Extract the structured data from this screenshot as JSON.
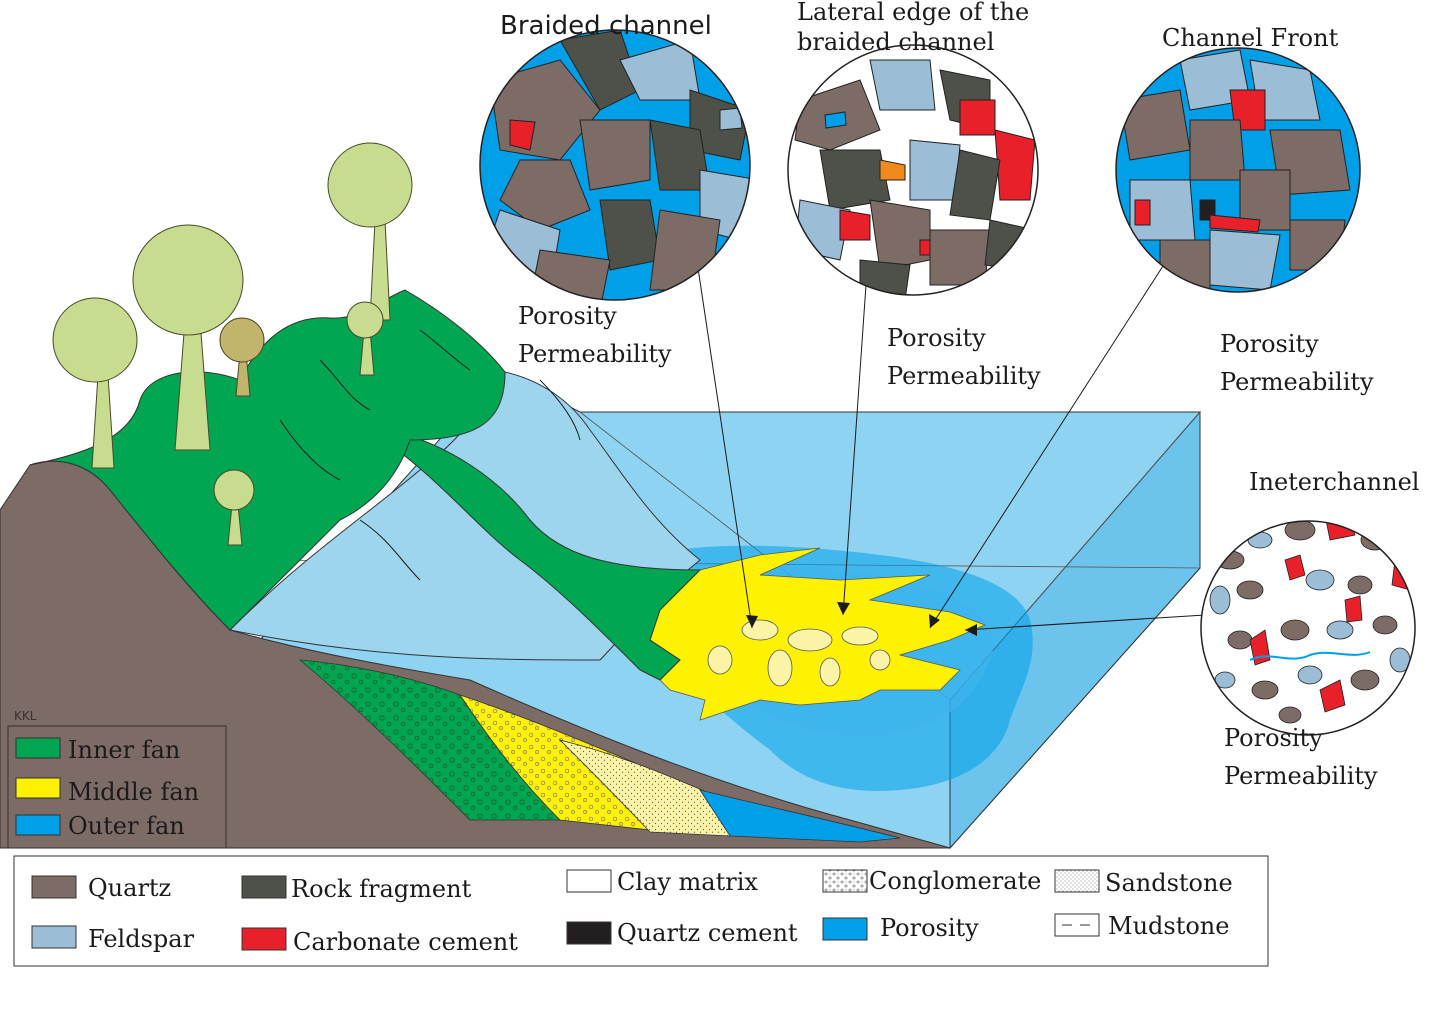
{
  "panels": {
    "braided_channel": {
      "title": "Braided channel",
      "porosity": "Porosity",
      "permeability": "Permeability"
    },
    "lateral_edge": {
      "title_line1": "Lateral edge of the",
      "title_line2": "braided channel",
      "porosity": "Porosity",
      "permeability": "Permeability"
    },
    "channel_front": {
      "title": "Channel Front",
      "porosity": "Porosity",
      "permeability": "Permeability"
    },
    "interchannel": {
      "title": "Ineterchannel",
      "porosity": "Porosity",
      "permeability": "Permeability"
    }
  },
  "fan_legend": {
    "tag": "KKL",
    "items": [
      {
        "label": "Inner fan",
        "color": "#00a651"
      },
      {
        "label": "Middle fan",
        "color": "#fff200"
      },
      {
        "label": "Outer fan",
        "color": "#00a0e9"
      }
    ]
  },
  "material_legend": {
    "quartz": {
      "label": "Quartz",
      "color": "#7d6b66"
    },
    "feldspar": {
      "label": "Feldspar",
      "color": "#9bbdd6"
    },
    "rock_fragment": {
      "label": "Rock fragment",
      "color": "#4d5149"
    },
    "carbonate_cement": {
      "label": "Carbonate cement",
      "color": "#e8202a"
    },
    "clay_matrix": {
      "label": "Clay matrix",
      "color": "#ffffff"
    },
    "quartz_cement": {
      "label": "Quartz cement",
      "color": "#231f20"
    },
    "conglomerate": {
      "label": "Conglomerate"
    },
    "porosity": {
      "label": "Porosity",
      "color": "#00a0e9"
    },
    "sandstone": {
      "label": "Sandstone"
    },
    "mudstone": {
      "label": "Mudstone"
    }
  }
}
